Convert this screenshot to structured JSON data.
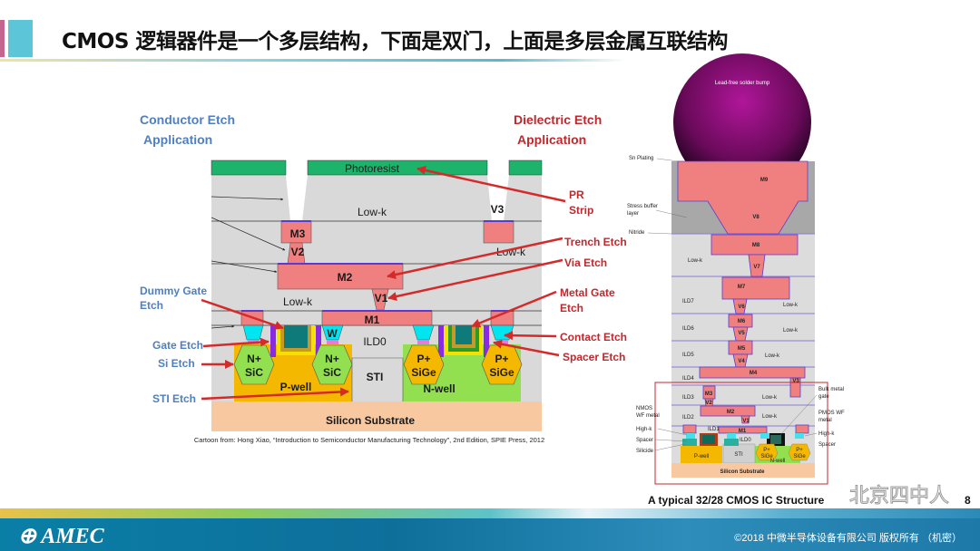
{
  "title": "CMOS 逻辑器件是一个多层结构，下面是双门，上面是多层金属互联结构",
  "left_figure": {
    "conductor_header": [
      "Conductor  Etch",
      "Application"
    ],
    "dielectric_header": [
      "Dielectric Etch",
      "Application"
    ],
    "left_labels": {
      "dummy_gate": [
        "Dummy Gate",
        "Etch"
      ],
      "gate": "Gate Etch",
      "si": "Si Etch",
      "sti": "STI Etch"
    },
    "right_labels": {
      "pr_strip": [
        "PR",
        "Strip"
      ],
      "trench": "Trench Etch",
      "via": "Via Etch",
      "metal_gate": [
        "Metal Gate",
        "Etch"
      ],
      "contact": "Contact Etch",
      "spacer": "Spacer Etch"
    },
    "layers": {
      "photoresist": "Photoresist",
      "lowk": "Low-k",
      "m3": "M3",
      "v2": "V2",
      "v3": "V3",
      "m2": "M2",
      "v1": "V1",
      "m1": "M1",
      "ild0": "ILD0",
      "w": "W",
      "nsic": [
        "N+",
        "SiC"
      ],
      "psige": [
        "P+",
        "SiGe"
      ],
      "sti": "STI",
      "pwell": "P-well",
      "nwell": "N-well",
      "substrate": "Silicon Substrate"
    },
    "caption": "Cartoon from: Hong Xiao, “Introduction to Semiconductor Manufacturing Technology”, 2nd Edition, SPIE Press, 2012"
  },
  "right_figure": {
    "bump": "Lead-free solder bump",
    "sn_plating": "Sn Plating",
    "stress_buffer": [
      "Stress buffer",
      "layer"
    ],
    "nitride": "Nitride",
    "metals": [
      "M9",
      "V8",
      "M8",
      "V7",
      "M7",
      "V6",
      "M6",
      "V5",
      "M5",
      "V4",
      "M4",
      "V3",
      "M3",
      "V2",
      "M2",
      "V1",
      "M1"
    ],
    "ilds": [
      "ILD7",
      "ILD6",
      "ILD5",
      "ILD4",
      "ILD3",
      "ILD2",
      "ILD1",
      "ILD0"
    ],
    "lowk": "Low-k",
    "side_left": {
      "nmos_wf": [
        "NMOS",
        "WF metal"
      ],
      "highk": "High-k",
      "spacer": "Spacer",
      "silicide": "Silicide"
    },
    "side_right": {
      "bulk": [
        "Bulk metal",
        "gate"
      ],
      "pmos_wf": [
        "PMOS WF",
        "metal"
      ],
      "highk": "High-k",
      "spacer": "Spacer"
    },
    "sti": "STI",
    "pwell": "P-well",
    "nwell": "N-well",
    "psige": [
      "P+",
      "SiGe"
    ],
    "substrate": "Silicon Substrate",
    "caption": "A typical 32/28 CMOS IC Structure"
  },
  "page_number": "8",
  "watermark": "北京四中人",
  "footer": {
    "logo": "AMEC",
    "copyright": "©2018 中微半导体设备有限公司   版权所有 （机密）"
  },
  "colors": {
    "metal": "#f08080",
    "photoresist": "#1db36b",
    "lowk": "#d9d9d9",
    "accent_red": "#c0282d",
    "accent_blue": "#4f7fc0",
    "footer": "#0e6f9b"
  }
}
